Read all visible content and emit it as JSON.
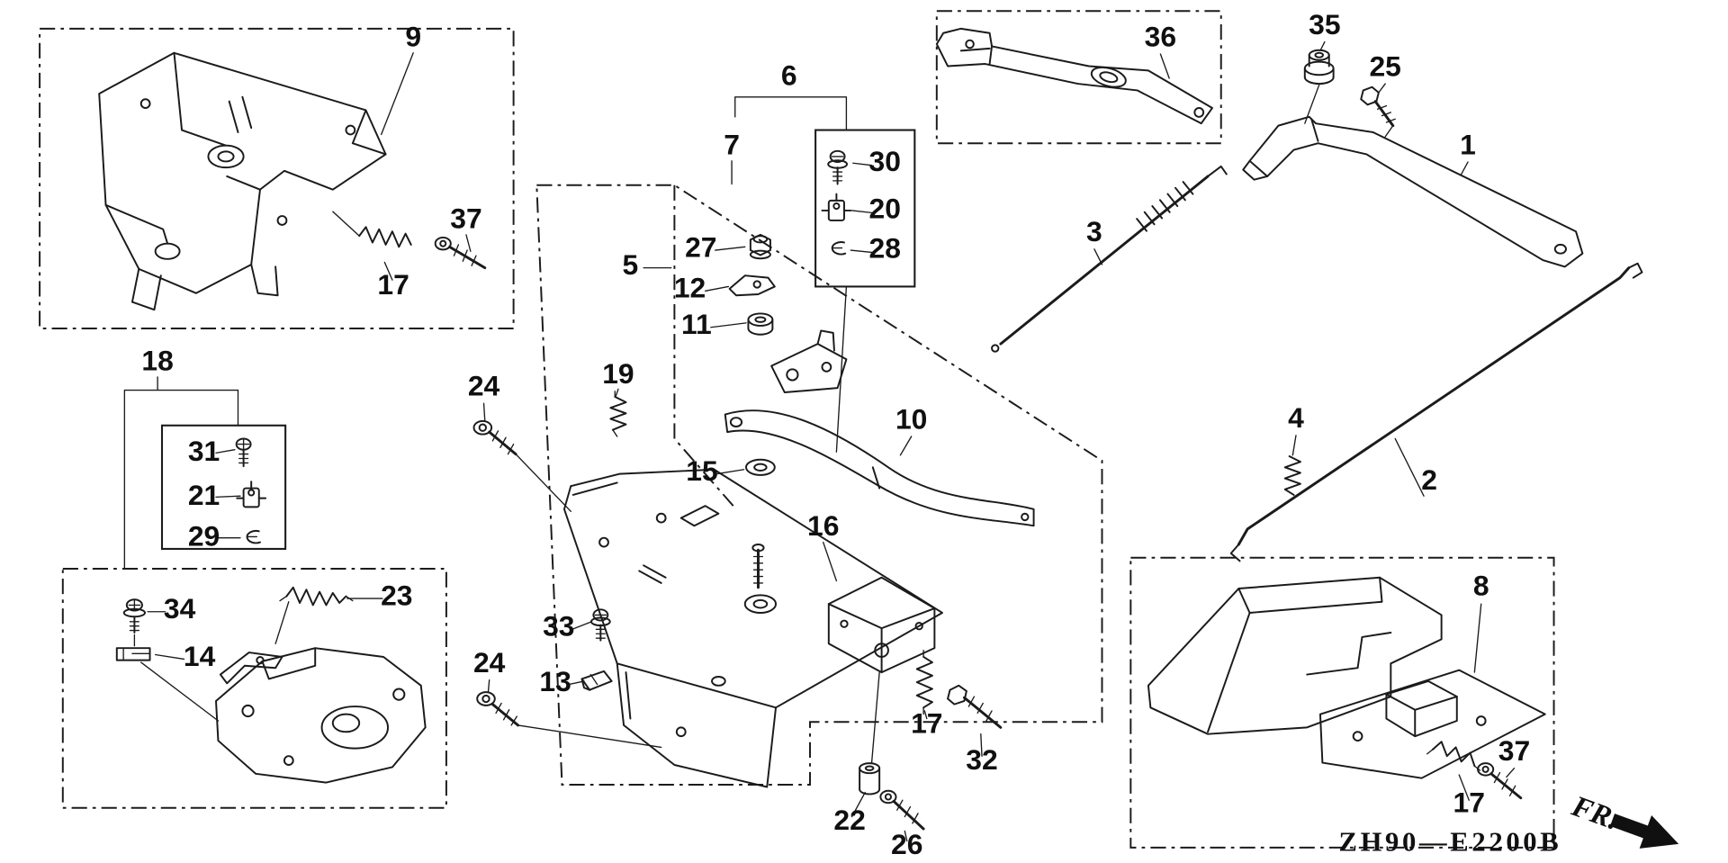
{
  "diagram": {
    "code": "ZH90—E2200B",
    "front_label": "FR.",
    "callouts": {
      "1": "1",
      "2": "2",
      "3": "3",
      "4": "4",
      "5": "5",
      "6": "6",
      "7": "7",
      "8": "8",
      "9": "9",
      "10": "10",
      "11": "11",
      "12": "12",
      "13": "13",
      "14": "14",
      "15": "15",
      "16": "16",
      "17": "17",
      "18": "18",
      "19": "19",
      "20": "20",
      "21": "21",
      "22": "22",
      "23": "23",
      "24": "24",
      "25": "25",
      "26": "26",
      "27": "27",
      "28": "28",
      "29": "29",
      "30": "30",
      "31": "31",
      "32": "32",
      "33": "33",
      "34": "34",
      "35": "35",
      "36": "36",
      "37": "37"
    }
  }
}
